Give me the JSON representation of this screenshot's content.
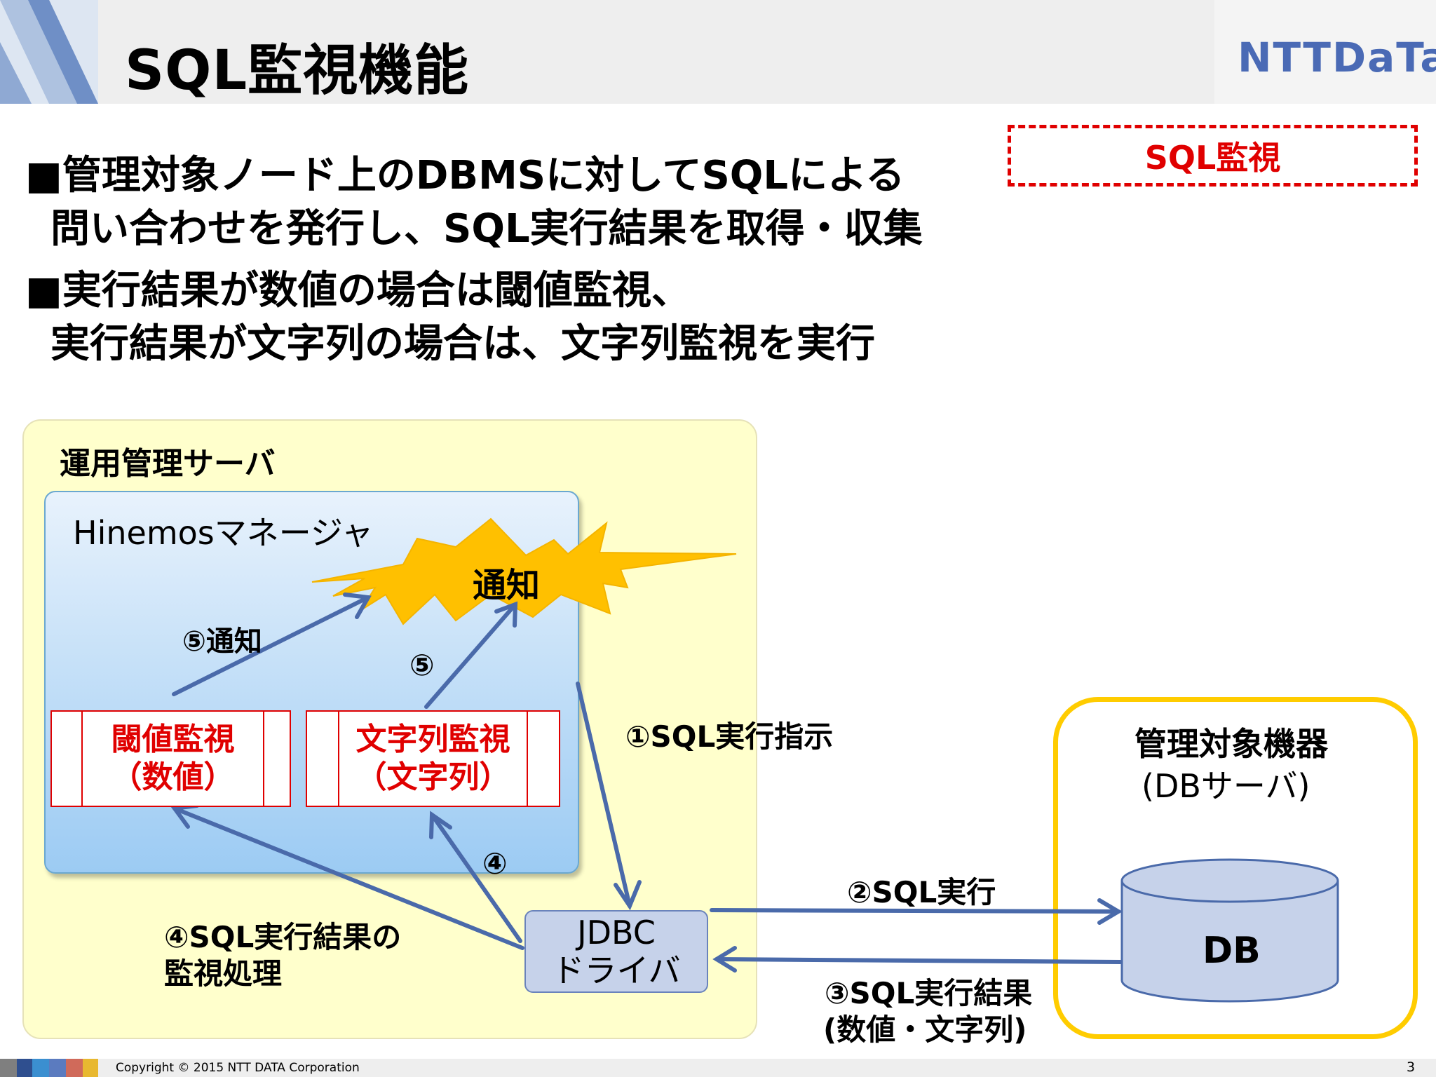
{
  "header": {
    "title": "SQL監視機能",
    "logo": "NTTDaTa"
  },
  "bullets": [
    {
      "line1": "■管理対象ノード上のDBMSに対してSQLによる",
      "line2": "問い合わせを発行し、SQL実行結果を取得・収集"
    },
    {
      "line1": "■実行結果が数値の場合は閾値監視、",
      "line2": "実行結果が文字列の場合は、文字列監視を実行"
    }
  ],
  "sql_tag": "SQL監視",
  "diagram": {
    "server_label": "運用管理サーバ",
    "manager_label": "Hinemosマネージャ",
    "notify_label": "通知",
    "threshold_monitor": {
      "line1": "閾値監視",
      "line2": "（数値）"
    },
    "string_monitor": {
      "line1": "文字列監視",
      "line2": "（文字列）"
    },
    "jdbc": {
      "line1": "JDBC",
      "line2": "ドライバ"
    },
    "target": {
      "line1": "管理対象機器",
      "line2": "(DBサーバ)"
    },
    "db_label": "DB",
    "steps": {
      "s1": "①SQL実行指示",
      "s2": "②SQL実行",
      "s3_line1": "③SQL実行結果",
      "s3_line2": "(数値・文字列)",
      "s4_line1": "④SQL実行結果の",
      "s4_line2": "監視処理",
      "s4_short": "④",
      "s5_notify": "⑤通知",
      "s5_short": "⑤"
    }
  },
  "footer": {
    "copyright": "Copyright © 2015 NTT DATA Corporation",
    "page": "3"
  },
  "colors": {
    "arrow": "#4a6aaa",
    "red": "#e00000",
    "gold": "#ffcc00",
    "burst": "#ffc000",
    "logo": "#4a6ab5"
  }
}
